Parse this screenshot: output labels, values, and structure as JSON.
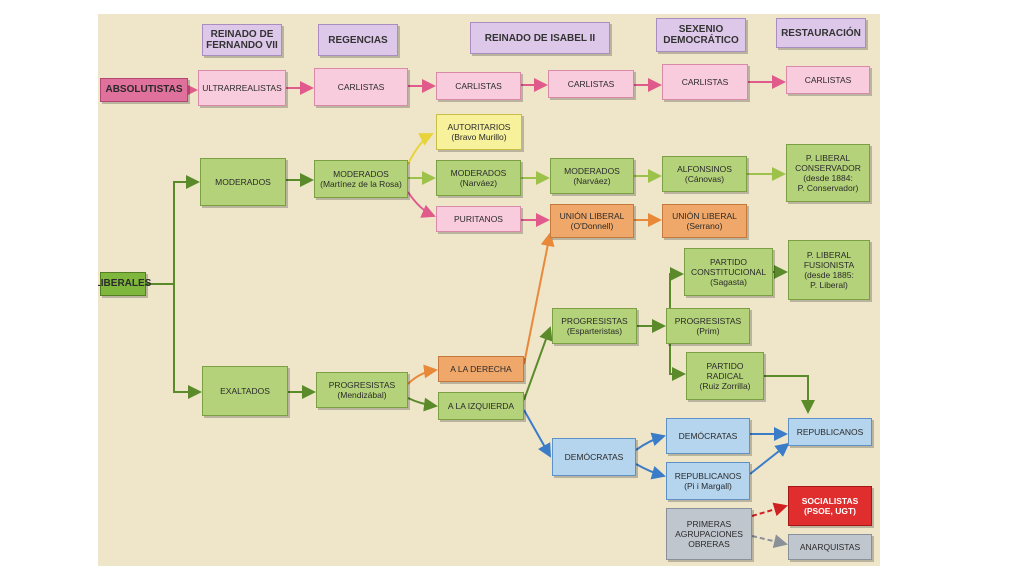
{
  "headers": {
    "fernando": "REINADO DE\nFERNANDO VII",
    "regencias": "REGENCIAS",
    "isabel": "REINADO DE ISABEL II",
    "sexenio": "SEXENIO\nDEMOCRÁTICO",
    "restauracion": "RESTAURACIÓN"
  },
  "nodes": {
    "absolutistas": "ABSOLUTISTAS",
    "ultrarrealistas": "ULTRARREALISTAS",
    "carlistas_1": "CARLISTAS",
    "carlistas_2": "CARLISTAS",
    "carlistas_3": "CARLISTAS",
    "carlistas_4": "CARLISTAS",
    "carlistas_5": "CARLISTAS",
    "autoritarios": "AUTORITARIOS\n(Bravo Murillo)",
    "moderados": "MODERADOS",
    "moderados_martinez": "MODERADOS\n(Martínez de la Rosa)",
    "moderados_narvaez_1": "MODERADOS\n(Narváez)",
    "moderados_narvaez_2": "MODERADOS\n(Narváez)",
    "alfonsinos": "ALFONSINOS\n(Cánovas)",
    "pliberal_conservador": "P. LIBERAL\nCONSERVADOR\n(desde 1884:\nP. Conservador)",
    "puritanos": "PURITANOS",
    "union_liberal_odonnell": "UNIÓN LIBERAL\n(O'Donnell)",
    "union_liberal_serrano": "UNIÓN LIBERAL\n(Serrano)",
    "liberales": "LIBERALES",
    "partido_constitucional": "PARTIDO\nCONSTITUCIONAL\n(Sagasta)",
    "pliberal_fusionista": "P. LIBERAL\nFUSIONISTA\n(desde 1885:\nP. Liberal)",
    "progresistas_esparteristas": "PROGRESISTAS\n(Esparteristas)",
    "progresistas_prim": "PROGRESISTAS\n(Prim)",
    "partido_radical": "PARTIDO\nRADICAL\n(Ruiz Zorrilla)",
    "exaltados": "EXALTADOS",
    "progresistas_mendizabal": "PROGRESISTAS\n(Mendizábal)",
    "a_la_derecha": "A LA DERECHA",
    "a_la_izquierda": "A LA IZQUIERDA",
    "democratas_1": "DEMÓCRATAS",
    "democratas_2": "DEMÓCRATAS",
    "republicanos_pi": "REPUBLICANOS\n(Pi i Margall)",
    "republicanos": "REPUBLICANOS",
    "primeras_agrupaciones": "PRIMERAS\nAGRUPACIONES\nOBRERAS",
    "socialistas": "SOCIALISTAS\n(PSOE, UGT)",
    "anarquistas": "ANARQUISTAS"
  },
  "colors": {
    "absolutist_line": "#e05a8c",
    "liberal_line": "#5a8a2a",
    "moderate_line": "#9cc24a",
    "yellow_line": "#e8d43a",
    "orange_line": "#e8893a",
    "blue_line": "#3a7cc8",
    "red_dashed": "#d02020",
    "grey_dashed": "#8a9099"
  }
}
